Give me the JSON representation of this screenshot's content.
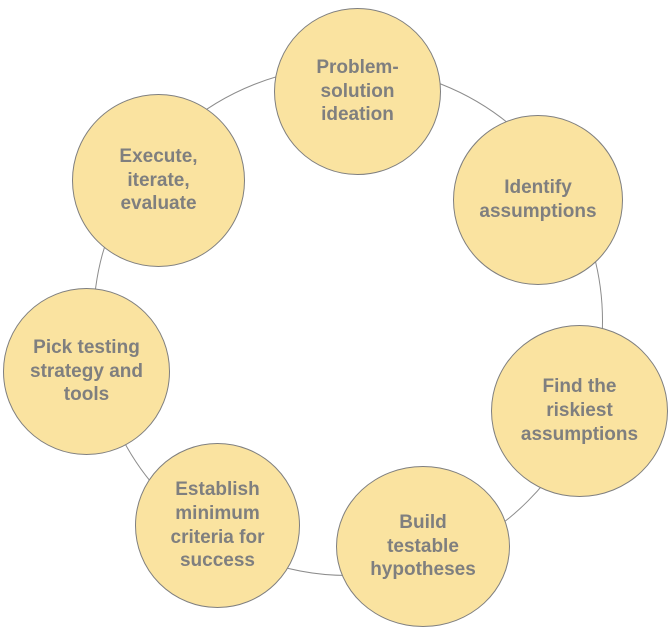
{
  "diagram": {
    "type": "cycle",
    "colors": {
      "circle_fill": "#FAE3A0",
      "circle_border": "#7F7F7F",
      "label_text": "#7F7F7F",
      "ring": "#8C8C8C",
      "background": "#FFFFFF"
    },
    "steps": [
      {
        "id": "problem-solution-ideation",
        "label": "Problem-\nsolution\nideation"
      },
      {
        "id": "identify-assumptions",
        "label": "Identify\nassumptions"
      },
      {
        "id": "find-the-riskiest-assumptions",
        "label": "Find the\nriskiest\nassumptions"
      },
      {
        "id": "build-testable-hypotheses",
        "label": "Build\ntestable\nhypotheses"
      },
      {
        "id": "establish-minimum-criteria-for-success",
        "label": "Establish\nminimum\ncriteria for\nsuccess"
      },
      {
        "id": "pick-testing-strategy-and-tools",
        "label": "Pick testing\nstrategy and\ntools"
      },
      {
        "id": "execute-iterate-evaluate",
        "label": "Execute,\niterate,\nevaluate"
      }
    ]
  }
}
